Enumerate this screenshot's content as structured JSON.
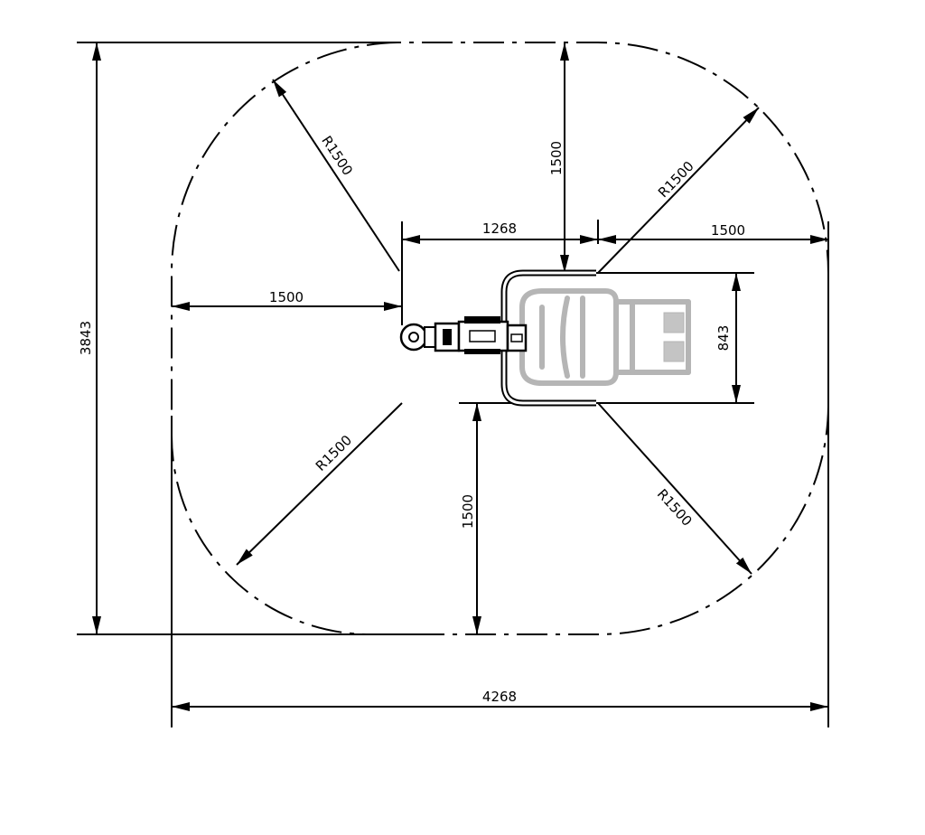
{
  "dimensions": {
    "overall_height": "3843",
    "overall_width": "4268",
    "offset_top": "1268",
    "clearance_top_right": "1500",
    "clearance_top": "1500",
    "clearance_left": "1500",
    "clearance_bottom": "1500",
    "width_843": "843",
    "radius_top_left": "R1500",
    "radius_top_right": "R1500",
    "radius_bottom_left": "R1500",
    "radius_bottom_right": "R1500"
  },
  "colors": {
    "line": "#000000",
    "wheelchair": "#b5b5b5"
  }
}
